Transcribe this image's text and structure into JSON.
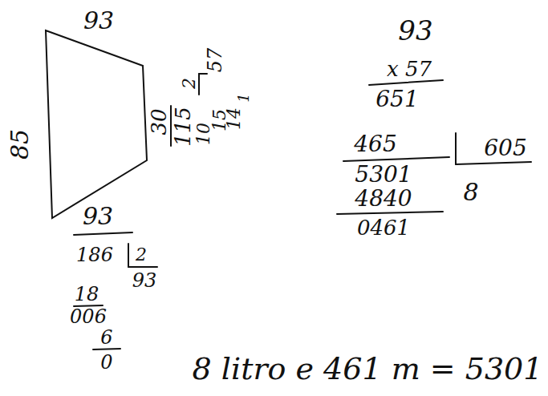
{
  "diagram": {
    "labels": [
      "93",
      "85",
      "30",
      "93",
      "115",
      "2",
      "57",
      "10",
      "15",
      "14",
      "1",
      "186",
      "2",
      "93",
      "18",
      "006",
      "6",
      "0",
      "93",
      "x 57",
      "651",
      "465",
      "5301",
      "605",
      "4840",
      "8",
      "0461",
      "8 litro e 461 m = 5301"
    ]
  }
}
